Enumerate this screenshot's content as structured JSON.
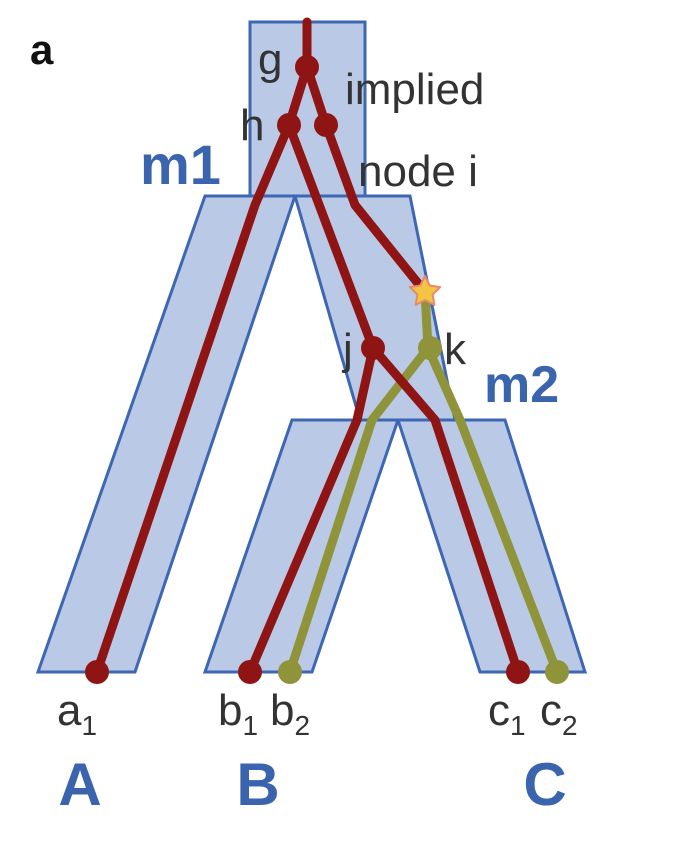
{
  "panel_label": "a",
  "colors": {
    "species_fill": "#b9c9e6",
    "species_stroke": "#3d67b3",
    "label_blue": "#3a64ad",
    "red_lineage": "#8f1414",
    "olive_lineage": "#8f943a",
    "star_fill": "#f4c542",
    "star_stroke": "#e98a6c",
    "text_gray": "#333333"
  },
  "internal_nodes": {
    "g": "g",
    "h": "h",
    "j": "j",
    "k": "k"
  },
  "implied_node_note": {
    "line1": "implied",
    "line2": "node i"
  },
  "migration_labels": {
    "m1": "m1",
    "m2": "m2"
  },
  "tips": [
    {
      "base": "a",
      "sub": "1"
    },
    {
      "base": "b",
      "sub": "1"
    },
    {
      "base": "b",
      "sub": "2"
    },
    {
      "base": "c",
      "sub": "1"
    },
    {
      "base": "c",
      "sub": "2"
    }
  ],
  "populations": [
    "A",
    "B",
    "C"
  ],
  "gene_lineages": [
    {
      "color": "red",
      "name": ""
    },
    {
      "color": "olive",
      "name": ""
    }
  ],
  "marker": {
    "shape": "star",
    "on_lineage": "olive"
  }
}
